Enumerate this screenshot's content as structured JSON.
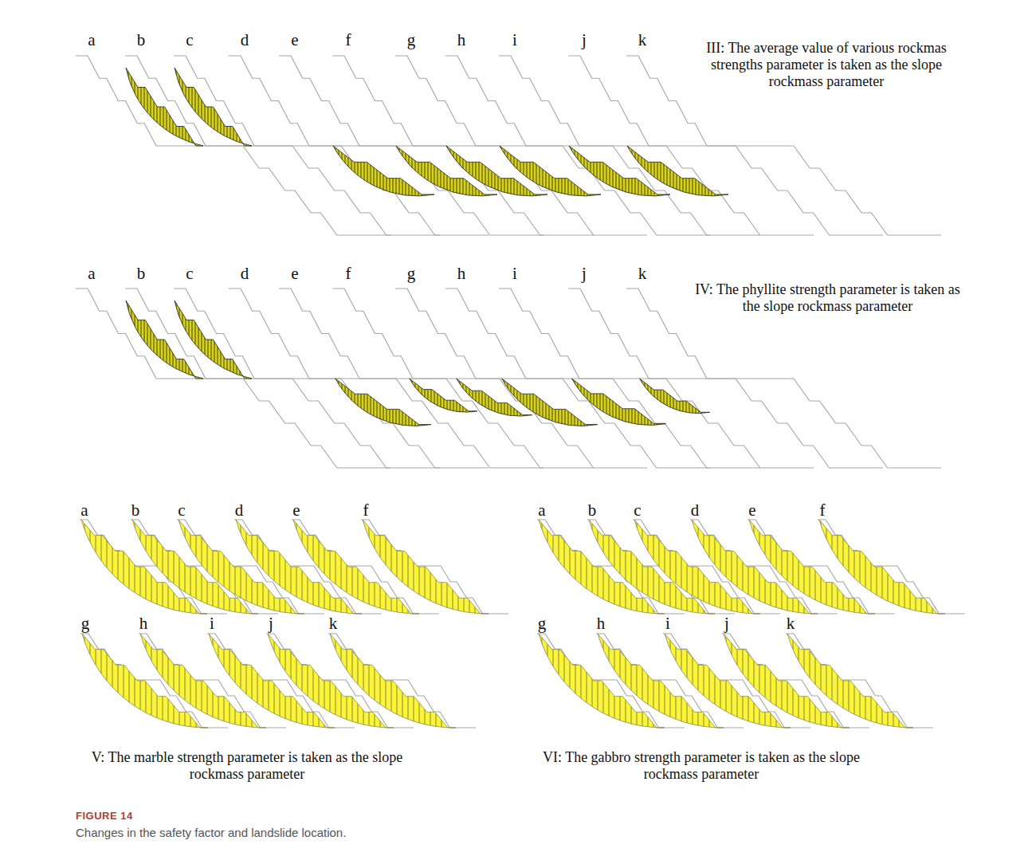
{
  "diagram": {
    "caption": "Changes in the safety factor and landslide location.",
    "labels": [
      "a",
      "b",
      "c",
      "d",
      "e",
      "f",
      "g",
      "h",
      "i",
      "j",
      "k",
      "III: The average value of various rockmas strengths parameter is taken as the slope rockmass parameter",
      "a",
      "b",
      "c",
      "d",
      "e",
      "f",
      "g",
      "h",
      "i",
      "j",
      "k",
      "IV: The phyllite strength parameter is taken as the slope rockmass parameter",
      "a",
      "b",
      "c",
      "d",
      "e",
      "f",
      "g",
      "h",
      "i",
      "j",
      "k",
      "V: The marble strength parameter is taken as the slope rockmass parameter",
      "a",
      "b",
      "c",
      "d",
      "e",
      "f",
      "g",
      "h",
      "i",
      "j",
      "k",
      "VI: The gabbro strength parameter is taken as the slope rockmass parameter",
      "FIGURE 14"
    ]
  }
}
